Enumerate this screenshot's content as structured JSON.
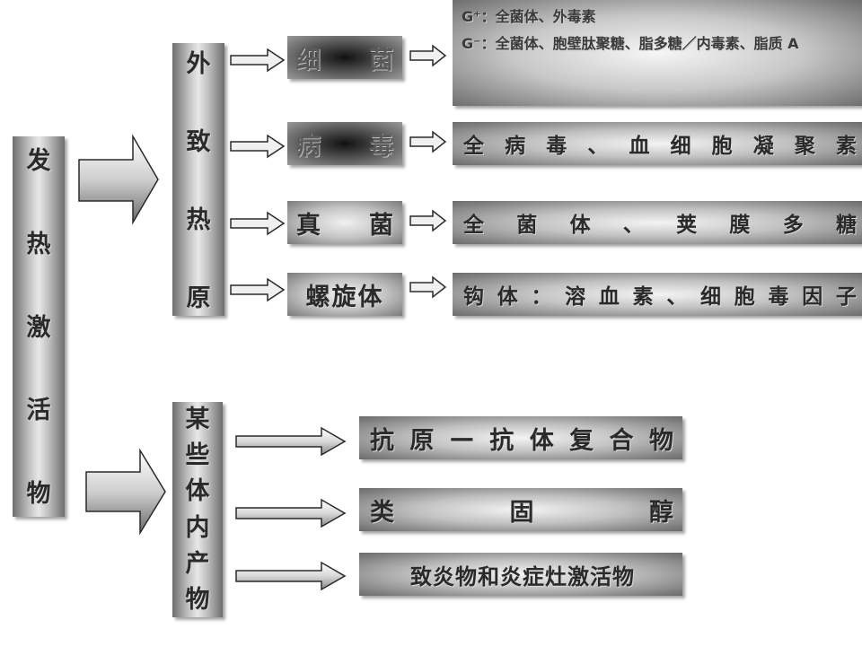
{
  "left_bar": {
    "chars": [
      "发",
      "热",
      "激",
      "活",
      "物"
    ]
  },
  "exo_bar": {
    "chars": [
      "外",
      "致",
      "热",
      "原"
    ]
  },
  "endo_bar": {
    "chars": [
      "某",
      "些",
      "体",
      "内",
      "产",
      "物"
    ]
  },
  "pathogens": [
    {
      "chars": [
        "细",
        "菌"
      ],
      "style": "dark"
    },
    {
      "chars": [
        "病",
        "毒"
      ],
      "style": "dark"
    },
    {
      "chars": [
        "真",
        "菌"
      ],
      "style": "light"
    },
    {
      "chars": [
        "螺旋体"
      ],
      "style": "light"
    }
  ],
  "bacteria_detail": {
    "line1": "G⁺：全菌体、外毒素",
    "line2": "G⁻：全菌体、胞壁肽聚糖、脂多糖／内毒素、脂质 A"
  },
  "details": [
    {
      "chars": [
        "全",
        "病",
        "毒",
        "、",
        "血",
        "细",
        "胞",
        "凝",
        "聚",
        "素"
      ]
    },
    {
      "chars": [
        "全",
        "菌",
        "体",
        "、",
        "荚",
        "膜",
        "多",
        "糖"
      ]
    },
    {
      "chars": [
        "钩",
        "体",
        "：",
        "溶",
        "血",
        "素",
        "、",
        "细",
        "胞",
        "毒",
        "因",
        "子"
      ]
    }
  ],
  "endo_items": [
    {
      "chars": [
        "抗",
        "原",
        "—",
        "抗",
        "体",
        "复",
        "合",
        "物"
      ]
    },
    {
      "chars": [
        "类",
        "固",
        "醇"
      ]
    },
    {
      "chars": [
        "致炎物和炎症灶激活物"
      ]
    }
  ],
  "colors": {
    "line": "#2a2a2a",
    "arrow_fill_light": "#f0f0f0",
    "arrow_fill_dark": "#8a8a8a"
  }
}
